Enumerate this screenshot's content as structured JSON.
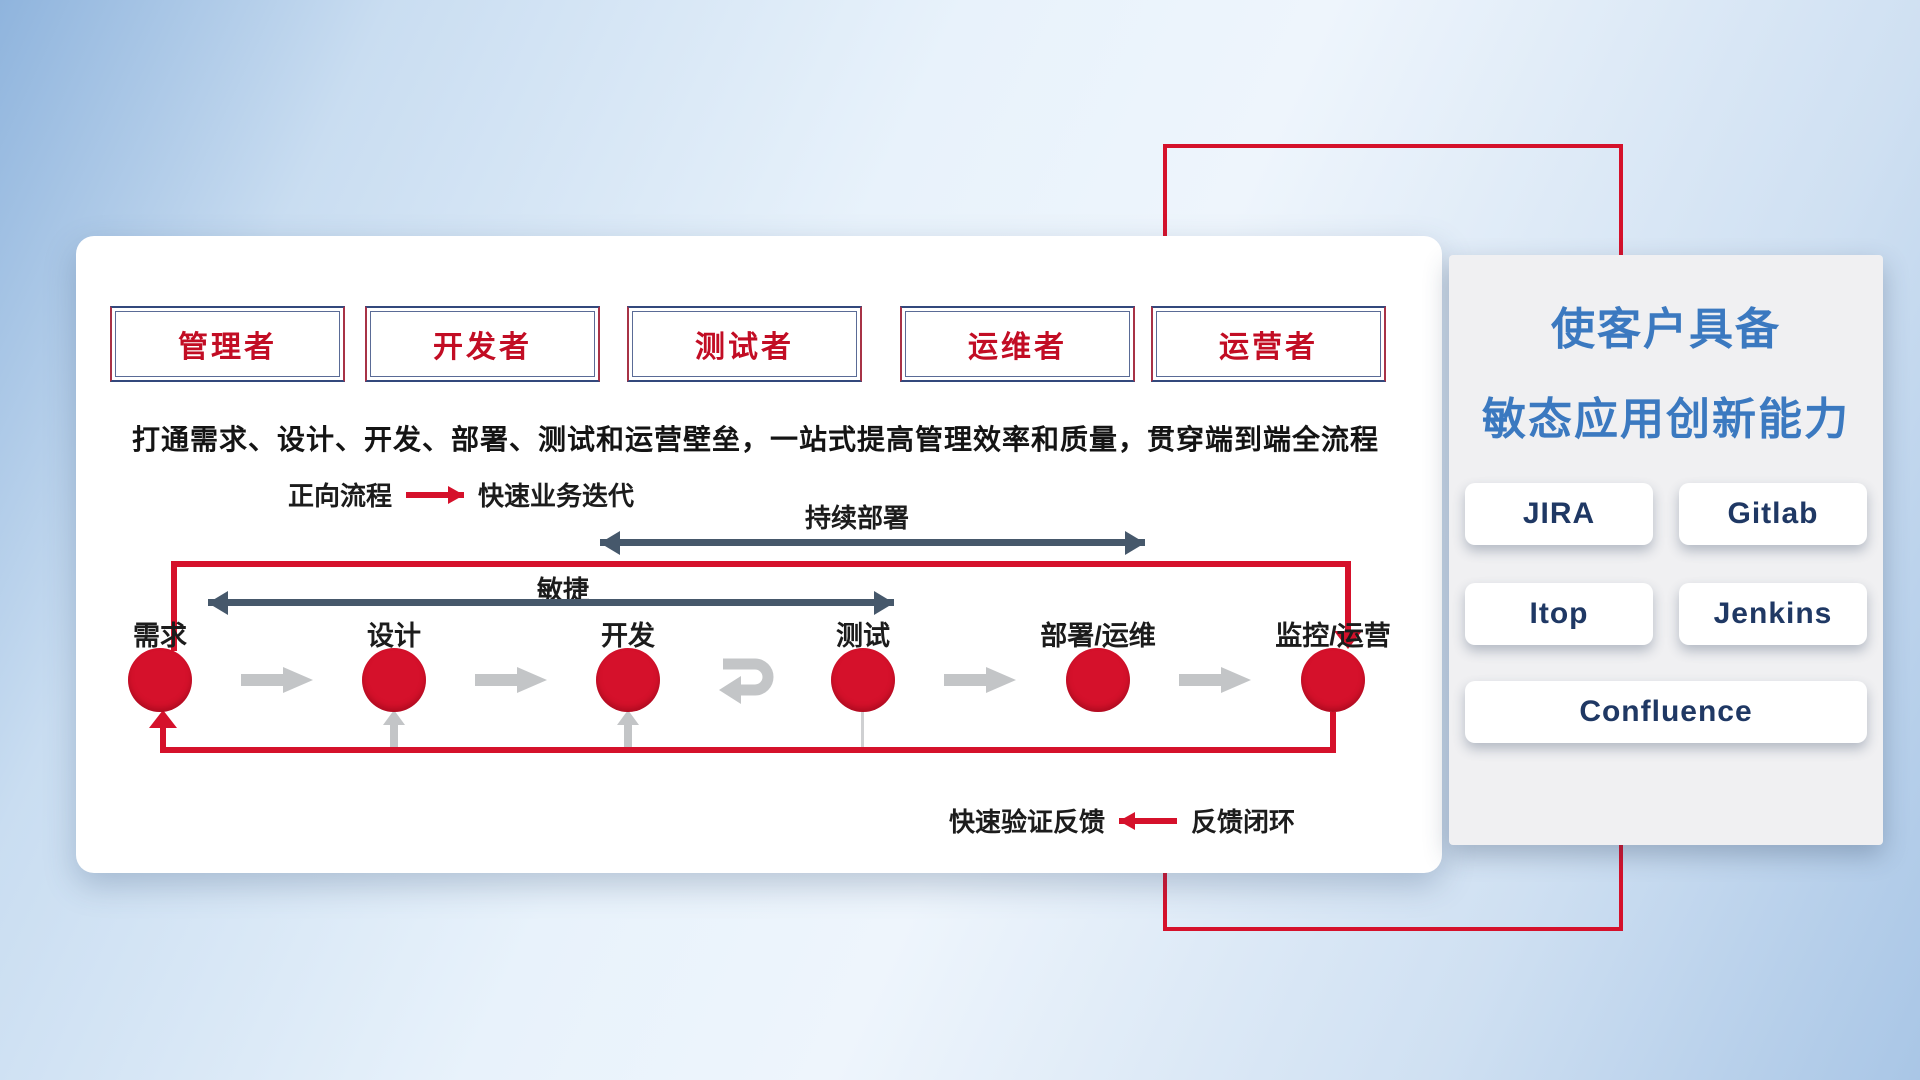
{
  "roles": [
    {
      "label": "管理者"
    },
    {
      "label": "开发者"
    },
    {
      "label": "测试者"
    },
    {
      "label": "运维者"
    },
    {
      "label": "运营者"
    }
  ],
  "description": "打通需求、设计、开发、部署、测试和运营壁垒，一站式提高管理效率和质量，贯穿端到端全流程",
  "legends": {
    "forward_label": "正向流程",
    "forward_value": "快速业务迭代",
    "feedback_value": "快速验证反馈",
    "feedback_label": "反馈闭环"
  },
  "flow": {
    "continuous_deployment": "持续部署",
    "agile": "敏捷",
    "stages": [
      {
        "label": "需求"
      },
      {
        "label": "设计"
      },
      {
        "label": "开发"
      },
      {
        "label": "测试"
      },
      {
        "label": "部署/运维"
      },
      {
        "label": "监控/运营"
      }
    ]
  },
  "right_panel": {
    "title_line1": "使客户具备",
    "title_line2": "敏态应用创新能力",
    "tools": [
      {
        "name": "JIRA"
      },
      {
        "name": "Gitlab"
      },
      {
        "name": "Itop"
      },
      {
        "name": "Jenkins"
      },
      {
        "name": "Confluence"
      }
    ]
  },
  "colors": {
    "accent_red": "#d5112b",
    "arrow_dark": "#46586b",
    "arrow_gray": "#c3c5c7",
    "title_blue": "#3b79c0",
    "tool_text": "#1f3864",
    "role_text": "#c20d24"
  }
}
